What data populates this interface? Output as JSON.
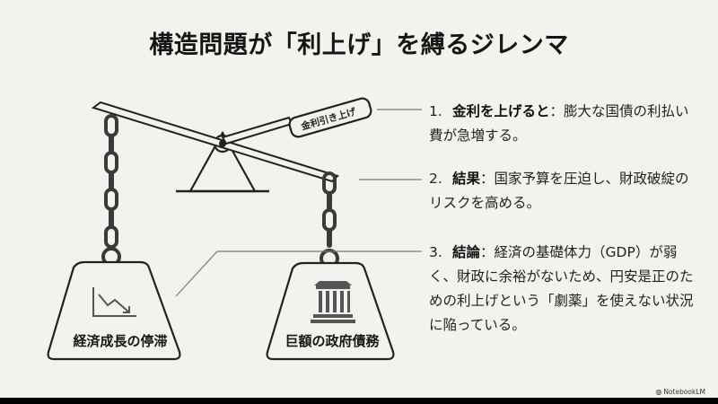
{
  "slide": {
    "title": "構造問題が「利上げ」を縛るジレンマ",
    "lever_label": "金利引き上げ",
    "weights": {
      "left": "経済成長の停滞",
      "right": "巨額の政府債務"
    },
    "icons": {
      "left": "declining-chart-icon",
      "right": "government-building-icon"
    },
    "points": [
      {
        "num": "1.",
        "head": "金利を上げると",
        "sep": "：",
        "text": "膨大な国債の利払い費が急増する。"
      },
      {
        "num": "2.",
        "head": "結果",
        "sep": "：",
        "text": "国家予算を圧迫し、財政破綻のリスクを高める。"
      },
      {
        "num": "3.",
        "head": "結論",
        "sep": "：",
        "text": "経済の基礎体力（GDP）が弱く、財政に余裕がないため、円安是正のための利上げという「劇薬」を使えない状況に陥っている。"
      }
    ],
    "brand": "NotebookLM"
  },
  "colors": {
    "background": "#f4f2ee",
    "ink": "#222222",
    "chain": "#3a3a3a"
  }
}
